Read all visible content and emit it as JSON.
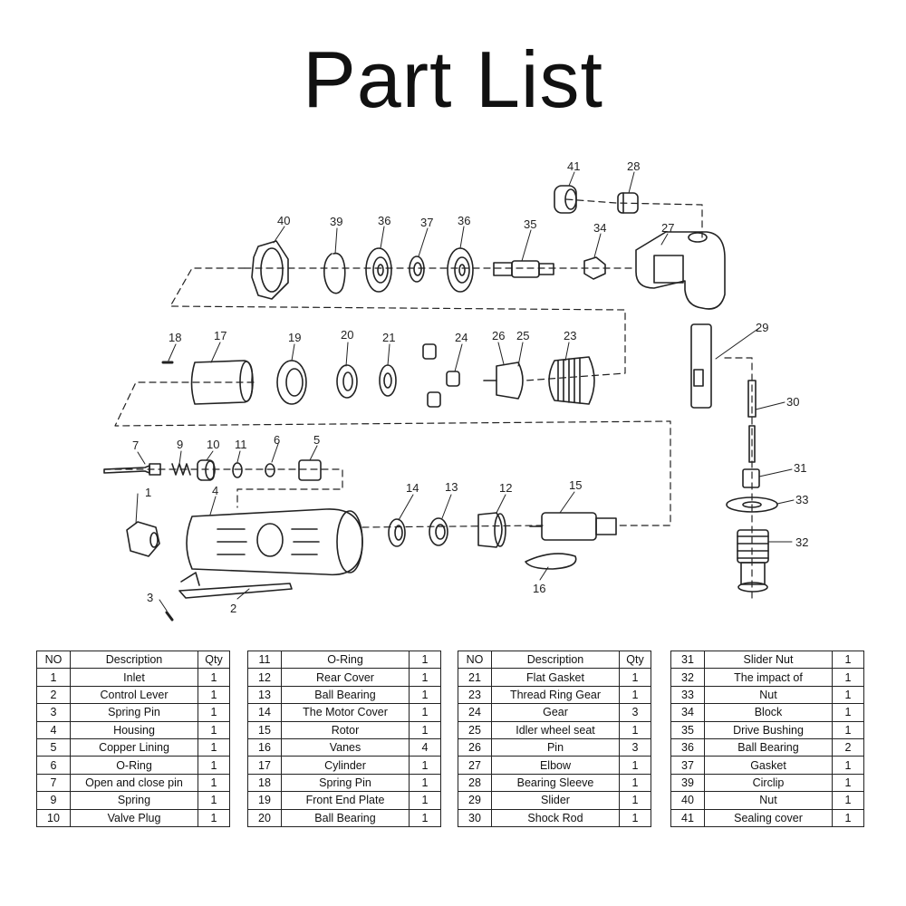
{
  "title": "Part List",
  "header": {
    "no": "NO",
    "description": "Description",
    "qty": "Qty"
  },
  "callouts": [
    "1",
    "2",
    "3",
    "4",
    "6",
    "7",
    "9",
    "10",
    "11",
    "5",
    "12",
    "13",
    "14",
    "15",
    "16",
    "17",
    "18",
    "19",
    "20",
    "21",
    "23",
    "24",
    "25",
    "26",
    "27",
    "28",
    "29",
    "30",
    "31",
    "32",
    "33",
    "34",
    "35",
    "36",
    "36",
    "37",
    "39",
    "40",
    "41"
  ],
  "tables": [
    {
      "header": true,
      "rows": [
        {
          "no": "1",
          "description": "Inlet",
          "qty": "1"
        },
        {
          "no": "2",
          "description": "Control Lever",
          "qty": "1"
        },
        {
          "no": "3",
          "description": "Spring Pin",
          "qty": "1"
        },
        {
          "no": "4",
          "description": "Housing",
          "qty": "1"
        },
        {
          "no": "5",
          "description": "Copper Lining",
          "qty": "1"
        },
        {
          "no": "6",
          "description": "O-Ring",
          "qty": "1"
        },
        {
          "no": "7",
          "description": "Open and close pin",
          "qty": "1"
        },
        {
          "no": "9",
          "description": "Spring",
          "qty": "1"
        },
        {
          "no": "10",
          "description": "Valve Plug",
          "qty": "1"
        }
      ]
    },
    {
      "header": false,
      "rows": [
        {
          "no": "11",
          "description": "O-Ring",
          "qty": "1"
        },
        {
          "no": "12",
          "description": "Rear Cover",
          "qty": "1"
        },
        {
          "no": "13",
          "description": "Ball Bearing",
          "qty": "1"
        },
        {
          "no": "14",
          "description": "The Motor Cover",
          "qty": "1"
        },
        {
          "no": "15",
          "description": "Rotor",
          "qty": "1"
        },
        {
          "no": "16",
          "description": "Vanes",
          "qty": "4"
        },
        {
          "no": "17",
          "description": "Cylinder",
          "qty": "1"
        },
        {
          "no": "18",
          "description": "Spring Pin",
          "qty": "1"
        },
        {
          "no": "19",
          "description": "Front End Plate",
          "qty": "1"
        },
        {
          "no": "20",
          "description": "Ball Bearing",
          "qty": "1"
        }
      ]
    },
    {
      "header": true,
      "rows": [
        {
          "no": "21",
          "description": "Flat Gasket",
          "qty": "1"
        },
        {
          "no": "23",
          "description": "Thread Ring Gear",
          "qty": "1"
        },
        {
          "no": "24",
          "description": "Gear",
          "qty": "3"
        },
        {
          "no": "25",
          "description": "Idler wheel seat",
          "qty": "1"
        },
        {
          "no": "26",
          "description": "Pin",
          "qty": "3"
        },
        {
          "no": "27",
          "description": "Elbow",
          "qty": "1"
        },
        {
          "no": "28",
          "description": "Bearing Sleeve",
          "qty": "1"
        },
        {
          "no": "29",
          "description": "Slider",
          "qty": "1"
        },
        {
          "no": "30",
          "description": "Shock Rod",
          "qty": "1"
        }
      ]
    },
    {
      "header": false,
      "rows": [
        {
          "no": "31",
          "description": "Slider Nut",
          "qty": "1"
        },
        {
          "no": "32",
          "description": "The impact of",
          "qty": "1"
        },
        {
          "no": "33",
          "description": "Nut",
          "qty": "1"
        },
        {
          "no": "34",
          "description": "Block",
          "qty": "1"
        },
        {
          "no": "35",
          "description": "Drive Bushing",
          "qty": "1"
        },
        {
          "no": "36",
          "description": "Ball Bearing",
          "qty": "2"
        },
        {
          "no": "37",
          "description": "Gasket",
          "qty": "1"
        },
        {
          "no": "39",
          "description": "Circlip",
          "qty": "1"
        },
        {
          "no": "40",
          "description": "Nut",
          "qty": "1"
        },
        {
          "no": "41",
          "description": "Sealing cover",
          "qty": "1"
        }
      ]
    }
  ]
}
